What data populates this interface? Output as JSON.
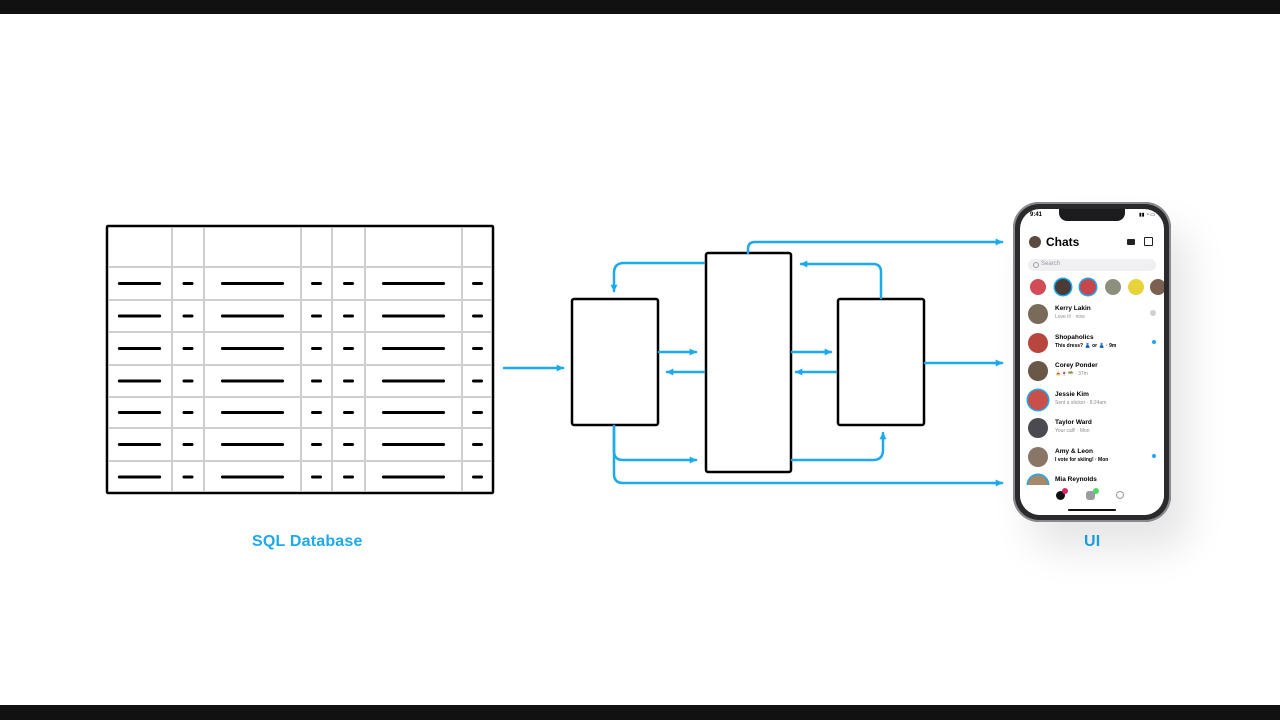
{
  "labels": {
    "database": "SQL Database",
    "ui": "UI"
  },
  "colors": {
    "accent": "#1ba9f0",
    "stroke": "#000000",
    "grid": "#cfcfcf"
  },
  "phone": {
    "time": "9:41",
    "title": "Chats",
    "search_placeholder": "Search",
    "chats": [
      {
        "name": "Kerry Lakin",
        "sub": "Love it! · now",
        "unread": false,
        "avatar_color": "#7a6a5a"
      },
      {
        "name": "Shopaholics",
        "sub": "This dress? 👗 or 👗 · 9m",
        "unread": true,
        "avatar_color": "#b8453e"
      },
      {
        "name": "Corey Ponder",
        "sub": "🍝🍷🥗 · 37m",
        "unread": false,
        "avatar_color": "#6b5747"
      },
      {
        "name": "Jessie Kim",
        "sub": "Sent a sticker · 8:24am",
        "unread": false,
        "avatar_color": "#c9504a",
        "ring": true
      },
      {
        "name": "Taylor Ward",
        "sub": "Your call! · Mon",
        "unread": false,
        "avatar_color": "#4a4a50"
      },
      {
        "name": "Amy & Leon",
        "sub": "I vote for skiing! · Mon",
        "unread": true,
        "avatar_color": "#8a7666"
      },
      {
        "name": "Mia Reynolds",
        "sub": "",
        "unread": false,
        "avatar_color": "#a8886a",
        "ring": true
      }
    ]
  }
}
